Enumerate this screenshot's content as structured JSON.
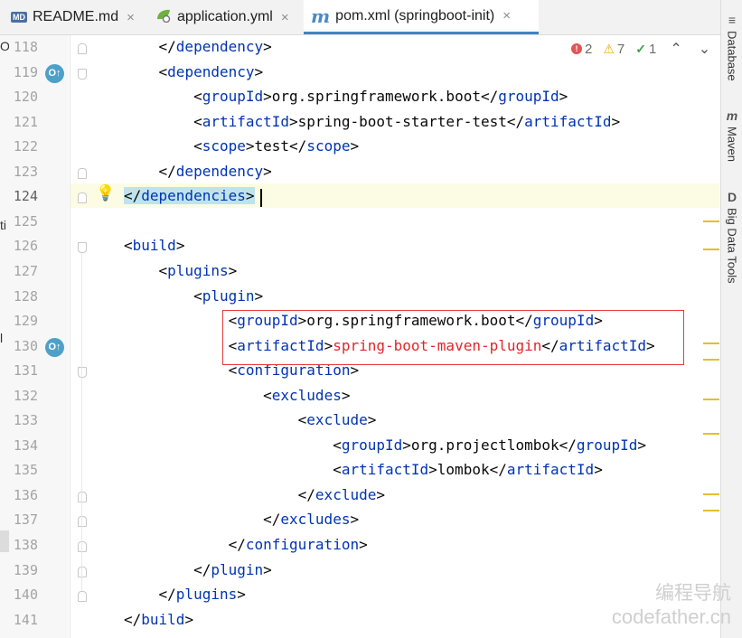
{
  "tabs": [
    {
      "label": "README.md",
      "icon": "markdown-file-icon",
      "icon_text": "MD",
      "active": false,
      "close": "×"
    },
    {
      "label": "application.yml",
      "icon": "spring-config-icon",
      "icon_text": "",
      "active": false,
      "close": "×"
    },
    {
      "label": "pom.xml (springboot-init)",
      "icon": "maven-file-icon",
      "icon_text": "m",
      "active": true,
      "close": "×"
    }
  ],
  "left_strip": {
    "frag_top": "O",
    "frag_mid1": "ti",
    "frag_mid2": "l"
  },
  "inspections": {
    "errors": "2",
    "warnings": "7",
    "weak_warnings": "1",
    "up": "⌃",
    "down": "⌄",
    "error_mark": "!",
    "warning_mark": "⚠",
    "ok_mark": "✓"
  },
  "right_panel": [
    {
      "icon": "database-icon",
      "icon_text": "≡",
      "label": "Database"
    },
    {
      "icon": "maven-icon",
      "icon_text": "m",
      "label": "Maven"
    },
    {
      "icon": "big-data-icon",
      "icon_text": "D",
      "label": "Big Data Tools"
    }
  ],
  "code_lines": [
    {
      "n": "118",
      "indent": "    ",
      "segs": [
        [
          "p",
          "</"
        ],
        [
          "t",
          "dependency"
        ],
        [
          "p",
          ">"
        ]
      ]
    },
    {
      "n": "119",
      "indent": "    ",
      "segs": [
        [
          "p",
          "<"
        ],
        [
          "t",
          "dependency"
        ],
        [
          "p",
          ">"
        ]
      ]
    },
    {
      "n": "120",
      "indent": "        ",
      "segs": [
        [
          "p",
          "<"
        ],
        [
          "t",
          "groupId"
        ],
        [
          "p",
          ">org.springframework.boot</"
        ],
        [
          "t",
          "groupId"
        ],
        [
          "p",
          ">"
        ]
      ]
    },
    {
      "n": "121",
      "indent": "        ",
      "segs": [
        [
          "p",
          "<"
        ],
        [
          "t",
          "artifactId"
        ],
        [
          "p",
          ">spring-boot-starter-test</"
        ],
        [
          "t",
          "artifactId"
        ],
        [
          "p",
          ">"
        ]
      ]
    },
    {
      "n": "122",
      "indent": "        ",
      "segs": [
        [
          "p",
          "<"
        ],
        [
          "t",
          "scope"
        ],
        [
          "p",
          ">test</"
        ],
        [
          "t",
          "scope"
        ],
        [
          "p",
          ">"
        ]
      ]
    },
    {
      "n": "123",
      "indent": "    ",
      "segs": [
        [
          "p",
          "</"
        ],
        [
          "t",
          "dependency"
        ],
        [
          "p",
          ">"
        ]
      ]
    },
    {
      "n": "124",
      "indent": "",
      "segs": [
        [
          "m",
          "</"
        ],
        [
          "mt",
          "dependencies"
        ],
        [
          "m",
          ">"
        ]
      ]
    },
    {
      "n": "125",
      "indent": "",
      "segs": []
    },
    {
      "n": "126",
      "indent": "",
      "segs": [
        [
          "p",
          "<"
        ],
        [
          "t",
          "build"
        ],
        [
          "p",
          ">"
        ]
      ]
    },
    {
      "n": "127",
      "indent": "    ",
      "segs": [
        [
          "p",
          "<"
        ],
        [
          "t",
          "plugins"
        ],
        [
          "p",
          ">"
        ]
      ]
    },
    {
      "n": "128",
      "indent": "        ",
      "segs": [
        [
          "p",
          "<"
        ],
        [
          "t",
          "plugin"
        ],
        [
          "p",
          ">"
        ]
      ]
    },
    {
      "n": "129",
      "indent": "            ",
      "segs": [
        [
          "p",
          "<"
        ],
        [
          "t",
          "groupId"
        ],
        [
          "p",
          ">org.springframework.boot</"
        ],
        [
          "t",
          "groupId"
        ],
        [
          "p",
          ">"
        ]
      ]
    },
    {
      "n": "130",
      "indent": "            ",
      "segs": [
        [
          "p",
          "<"
        ],
        [
          "t",
          "artifactId"
        ],
        [
          "p",
          ">"
        ],
        [
          "r",
          "spring-boot-maven-plugin"
        ],
        [
          "p",
          "</"
        ],
        [
          "t",
          "artifactId"
        ],
        [
          "p",
          ">"
        ]
      ]
    },
    {
      "n": "131",
      "indent": "            ",
      "segs": [
        [
          "p",
          "<"
        ],
        [
          "t",
          "configuration"
        ],
        [
          "p",
          ">"
        ]
      ]
    },
    {
      "n": "132",
      "indent": "                ",
      "segs": [
        [
          "p",
          "<"
        ],
        [
          "t",
          "excludes"
        ],
        [
          "p",
          ">"
        ]
      ]
    },
    {
      "n": "133",
      "indent": "                    ",
      "segs": [
        [
          "p",
          "<"
        ],
        [
          "t",
          "exclude"
        ],
        [
          "p",
          ">"
        ]
      ]
    },
    {
      "n": "134",
      "indent": "                        ",
      "segs": [
        [
          "p",
          "<"
        ],
        [
          "t",
          "groupId"
        ],
        [
          "p",
          ">org.projectlombok</"
        ],
        [
          "t",
          "groupId"
        ],
        [
          "p",
          ">"
        ]
      ]
    },
    {
      "n": "135",
      "indent": "                        ",
      "segs": [
        [
          "p",
          "<"
        ],
        [
          "t",
          "artifactId"
        ],
        [
          "p",
          ">lombok</"
        ],
        [
          "t",
          "artifactId"
        ],
        [
          "p",
          ">"
        ]
      ]
    },
    {
      "n": "136",
      "indent": "                    ",
      "segs": [
        [
          "p",
          "</"
        ],
        [
          "t",
          "exclude"
        ],
        [
          "p",
          ">"
        ]
      ]
    },
    {
      "n": "137",
      "indent": "                ",
      "segs": [
        [
          "p",
          "</"
        ],
        [
          "t",
          "excludes"
        ],
        [
          "p",
          ">"
        ]
      ]
    },
    {
      "n": "138",
      "indent": "            ",
      "segs": [
        [
          "p",
          "</"
        ],
        [
          "t",
          "configuration"
        ],
        [
          "p",
          ">"
        ]
      ]
    },
    {
      "n": "139",
      "indent": "        ",
      "segs": [
        [
          "p",
          "</"
        ],
        [
          "t",
          "plugin"
        ],
        [
          "p",
          ">"
        ]
      ]
    },
    {
      "n": "140",
      "indent": "    ",
      "segs": [
        [
          "p",
          "</"
        ],
        [
          "t",
          "plugins"
        ],
        [
          "p",
          ">"
        ]
      ]
    },
    {
      "n": "141",
      "indent": "",
      "segs": [
        [
          "p",
          "</"
        ],
        [
          "t",
          "build"
        ],
        [
          "p",
          ">"
        ]
      ]
    }
  ],
  "gutter_icons": [
    {
      "line": "119",
      "icon": "override-icon",
      "text": "O↑"
    },
    {
      "line": "130",
      "icon": "override-icon",
      "text": "O↑"
    }
  ],
  "fold_markers": [
    {
      "line": "118",
      "kind": "close"
    },
    {
      "line": "119",
      "kind": "open"
    },
    {
      "line": "123",
      "kind": "close"
    },
    {
      "line": "124",
      "kind": "close"
    },
    {
      "line": "126",
      "kind": "open"
    },
    {
      "line": "131",
      "kind": "open"
    },
    {
      "line": "136",
      "kind": "close"
    },
    {
      "line": "137",
      "kind": "close"
    },
    {
      "line": "138",
      "kind": "close"
    },
    {
      "line": "139",
      "kind": "close"
    },
    {
      "line": "140",
      "kind": "close"
    }
  ],
  "current_line": "124",
  "intention_bulb": "💡",
  "colors": {
    "tag": "#0033b3",
    "highlighted_value": "#e5242a",
    "box": "#e23c3c",
    "matched_bg": "#bfe3ec",
    "current_line": "#fcfbe4"
  },
  "watermark": {
    "line1": "编程导航",
    "line2": "codefather.cn"
  }
}
